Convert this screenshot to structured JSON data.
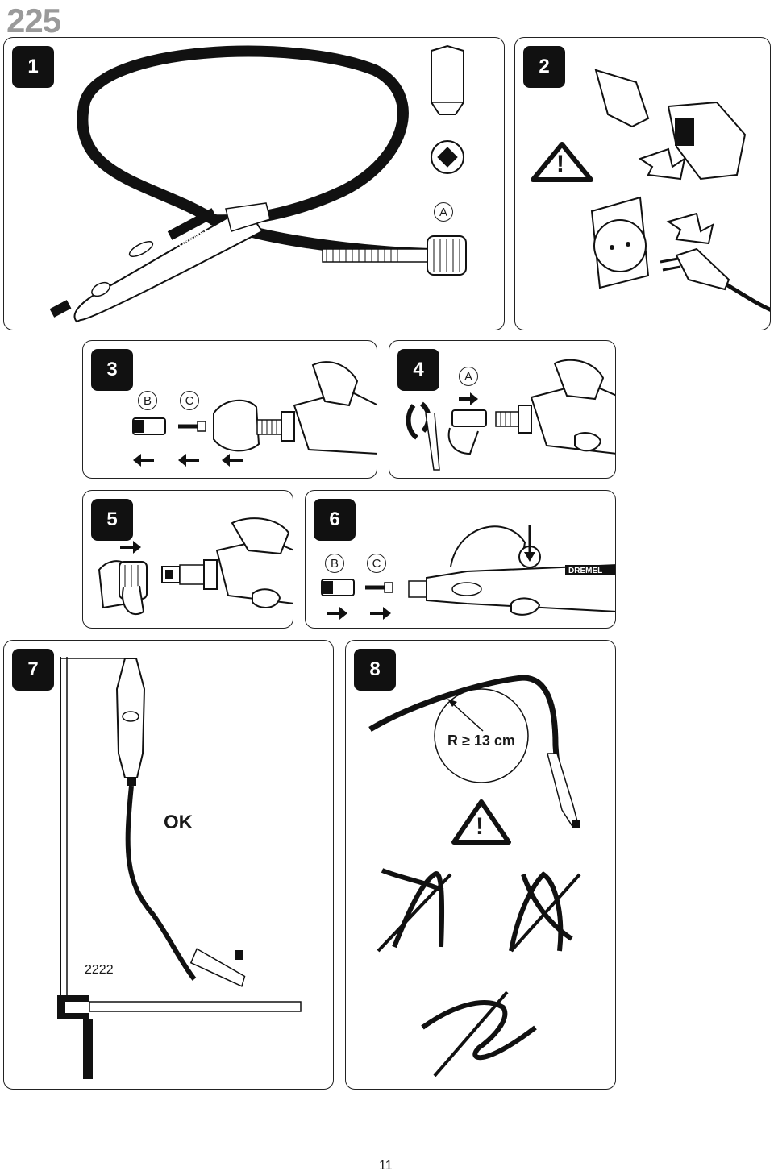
{
  "header": {
    "model_number": "225"
  },
  "panels": {
    "p1": {
      "number": "1",
      "label_a": "A"
    },
    "p2": {
      "number": "2",
      "warning": "!"
    },
    "p3": {
      "number": "3",
      "label_b": "B",
      "label_c": "C"
    },
    "p4": {
      "number": "4",
      "label_a": "A"
    },
    "p5": {
      "number": "5"
    },
    "p6": {
      "number": "6",
      "label_b": "B",
      "label_c": "C"
    },
    "p7": {
      "number": "7",
      "ok": "OK",
      "stand_code": "2222"
    },
    "p8": {
      "number": "8",
      "radius": "R ≥ 13 cm",
      "warning": "!"
    }
  },
  "tool": {
    "brand": "DREMEL"
  },
  "footer": {
    "page_number": "11"
  },
  "colors": {
    "ink": "#111111",
    "model_gray": "#9a9a9a",
    "paper": "#ffffff"
  }
}
